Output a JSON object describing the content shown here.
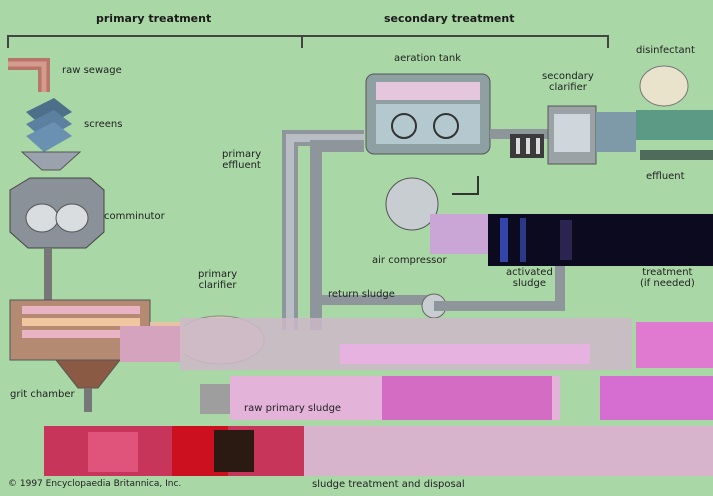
{
  "headers": {
    "primary": "primary treatment",
    "secondary": "secondary treatment"
  },
  "labels": {
    "raw_sewage": "raw sewage",
    "screens": "screens",
    "comminutor": "comminutor",
    "grit_chamber": "grit chamber",
    "primary_clarifier": "primary\nclarifier",
    "primary_effluent": "primary\neffluent",
    "aeration_tank": "aeration tank",
    "secondary_clarifier": "secondary\nclarifier",
    "disinfectant": "disinfectant",
    "effluent": "effluent",
    "air_compressor": "air compressor",
    "activated_sludge": "activated\nsludge",
    "return_sludge": "return sludge",
    "treatment_if_needed": "treatment\n(if needed)",
    "raw_primary_sludge": "raw primary sludge",
    "sludge_treatment": "sludge treatment and disposal",
    "copyright": "© 1997 Encyclopaedia Britannica, Inc."
  },
  "colors": {
    "background": "#a9d7a6",
    "pipe": "#9aa3ad",
    "sludge": "#8a5a44",
    "water": "#c9c8e8",
    "tank": "#7d8b8f",
    "noise_pink": "#e07ad0",
    "noise_red": "#c8102e"
  }
}
